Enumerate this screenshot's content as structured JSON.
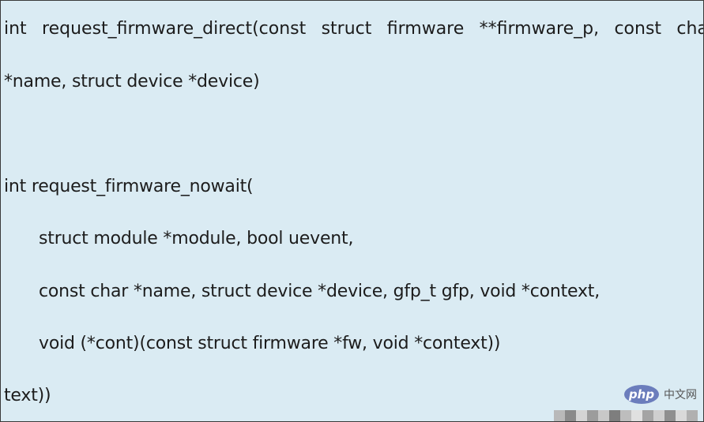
{
  "code": {
    "line1_tokens": [
      "int",
      "request_firmware_direct(const",
      "struct",
      "firmware",
      "**firmware_p,",
      "const",
      "char"
    ],
    "line2": "*name, struct device *device)",
    "line4": "int request_firmware_nowait(",
    "line5": "struct module *module, bool uevent,",
    "line6": "const char *name, struct device *device, gfp_t gfp, void *context,",
    "line7": "void (*cont)(const struct firmware *fw, void *context))",
    "line8": "text))"
  },
  "watermark": {
    "logo": "php",
    "text": "中文网"
  },
  "mosaic_colors": [
    "#b9b9b9",
    "#8a8a8a",
    "#d4d4d4",
    "#9c9c9c",
    "#c8c8c8",
    "#7e7e7e",
    "#bdbdbd",
    "#e0e0e0",
    "#a4a4a4",
    "#cfcfcf",
    "#8f8f8f",
    "#d9d9d9",
    "#b0b0b0"
  ]
}
